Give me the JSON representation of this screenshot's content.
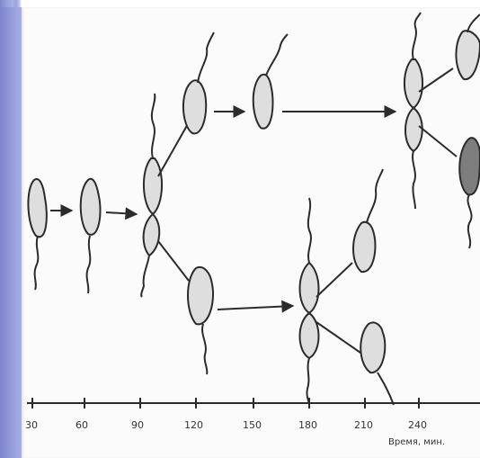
{
  "axis": {
    "ticks": [
      "30",
      "60",
      "90",
      "120",
      "150",
      "180",
      "210",
      "240"
    ],
    "title": "Время, мин."
  },
  "colors": {
    "ink": "#2b2b2b",
    "cell_fill": "#d9d9d9",
    "background": "#fbfbfb",
    "frame": "#7f86cc"
  }
}
